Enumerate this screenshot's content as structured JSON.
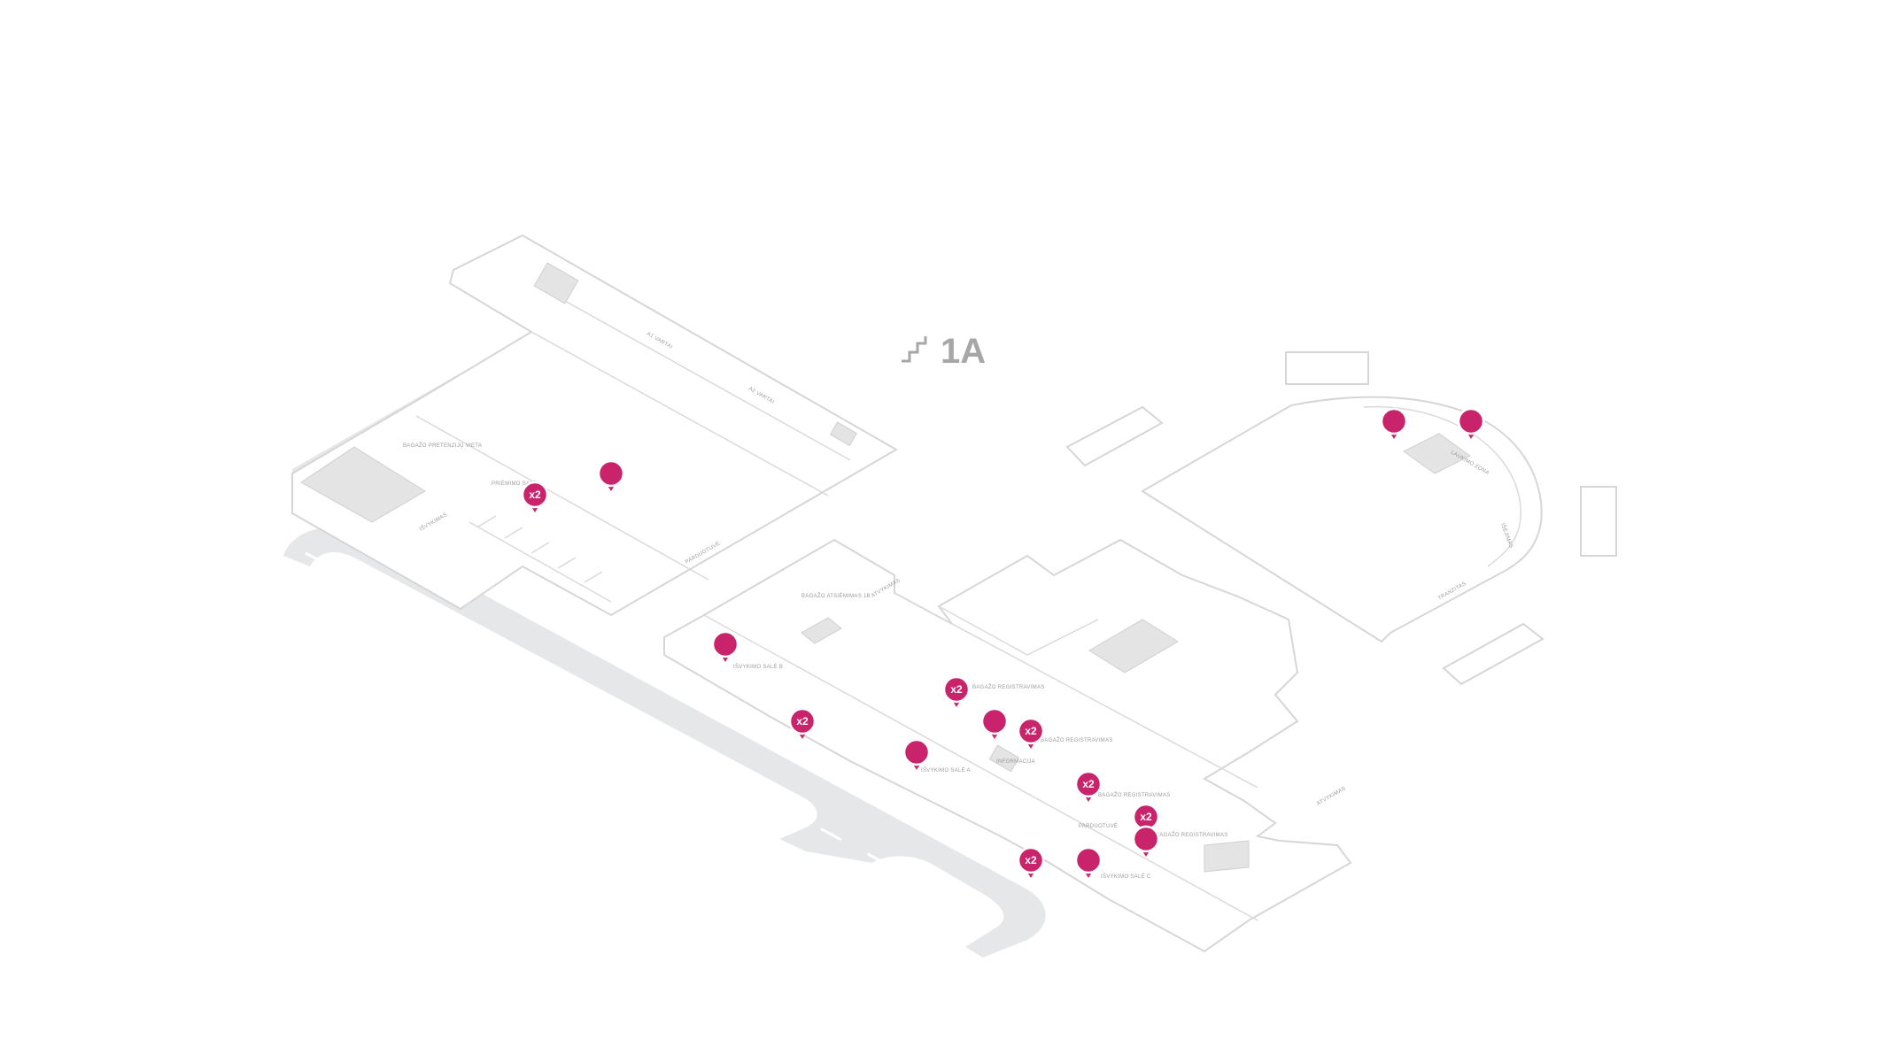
{
  "floor": {
    "label": "1A",
    "icon": "stairs-icon"
  },
  "colors": {
    "pin": "#c9236b",
    "wall": "#d6d6d6",
    "runway": "#e6e7e9",
    "floor_label": "#a7a7a7"
  },
  "rooms": {
    "gate_a1": "A1 VARTAI",
    "gate_a2": "A2 VARTAI",
    "baggage_reclaim_tr": "BAGAŽO PRETENZIJŲ VIETA",
    "reception": "PRIĖMIMO SALĖ",
    "departures_west": "IŠVYKIMAS",
    "shop_west": "PARDUOTUVĖ",
    "arrivals_mid": "ATVYKIMAS",
    "baggage_reclaim_1b": "BAGAŽO ATSIĖMIMAS 1B",
    "hall_b": "IŠVYKIMO SALĖ B",
    "baggage_check_1": "BAGAŽO REGISTRAVIMAS",
    "baggage_check_2": "BAGAŽO REGISTRAVIMAS",
    "hall_a": "IŠVYKIMO SALĖ A",
    "info": "INFORMACIJA",
    "baggage_check_3": "BAGAŽO REGISTRAVIMAS",
    "shop_south": "PARDUOTUVĖ",
    "baggage_check_4": "BAGAŽO REGISTRAVIMAS",
    "hall_c": "IŠVYKIMO SALĖ C",
    "arrivals_east": "ATVYKIMAS",
    "waiting_zone": "LAUKIMO ZONA",
    "exit": "IŠĖJIMAS",
    "transit": "TRANZITAS"
  },
  "markers": [
    {
      "name": "poi-marker-1",
      "count": ""
    },
    {
      "name": "poi-marker-2",
      "count": "x2"
    },
    {
      "name": "poi-marker-3",
      "count": ""
    },
    {
      "name": "poi-marker-4",
      "count": ""
    },
    {
      "name": "poi-marker-5",
      "count": ""
    },
    {
      "name": "poi-marker-6",
      "count": "x2"
    },
    {
      "name": "poi-marker-7",
      "count": "x2"
    },
    {
      "name": "poi-marker-8",
      "count": ""
    },
    {
      "name": "poi-marker-9",
      "count": "x2"
    },
    {
      "name": "poi-marker-10",
      "count": ""
    },
    {
      "name": "poi-marker-11",
      "count": "x2"
    },
    {
      "name": "poi-marker-12",
      "count": "x2"
    },
    {
      "name": "poi-marker-13",
      "count": ""
    },
    {
      "name": "poi-marker-14",
      "count": "x2"
    },
    {
      "name": "poi-marker-15",
      "count": ""
    }
  ]
}
